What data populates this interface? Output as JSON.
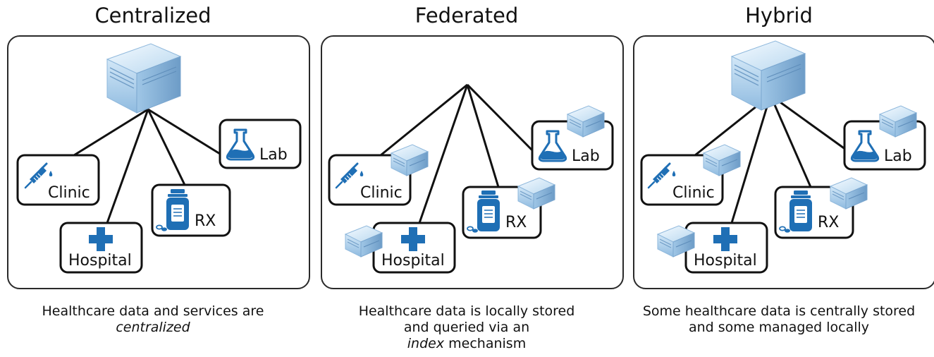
{
  "panels": [
    {
      "key": "centralized",
      "title": "Centralized",
      "caption": {
        "line1": "Healthcare data and services are",
        "line2": "",
        "line3_italic": "centralized",
        "line3_rest": ""
      },
      "nodes": {
        "clinic": "Clinic",
        "hospital": "Hospital",
        "rx": "RX",
        "lab": "Lab"
      },
      "hub": "server",
      "local_servers": false
    },
    {
      "key": "federated",
      "title": "Federated",
      "caption": {
        "line1": "Healthcare data is locally stored",
        "line2": "and queried via an",
        "line3_italic": "index",
        "line3_rest": " mechanism"
      },
      "nodes": {
        "clinic": "Clinic",
        "hospital": "Hospital",
        "rx": "RX",
        "lab": "Lab"
      },
      "hub": "point",
      "local_servers": true
    },
    {
      "key": "hybrid",
      "title": "Hybrid",
      "caption": {
        "line1": "Some healthcare data is centrally stored",
        "line2": "and some managed locally",
        "line3_italic": "",
        "line3_rest": ""
      },
      "nodes": {
        "clinic": "Clinic",
        "hospital": "Hospital",
        "rx": "RX",
        "lab": "Lab"
      },
      "hub": "server",
      "local_servers": true
    }
  ],
  "colors": {
    "icon_blue": "#1f6fb5",
    "server_light": "#d6e9f7",
    "server_mid": "#a9cbe6",
    "server_dark": "#7fa9cf",
    "line": "#111111"
  }
}
